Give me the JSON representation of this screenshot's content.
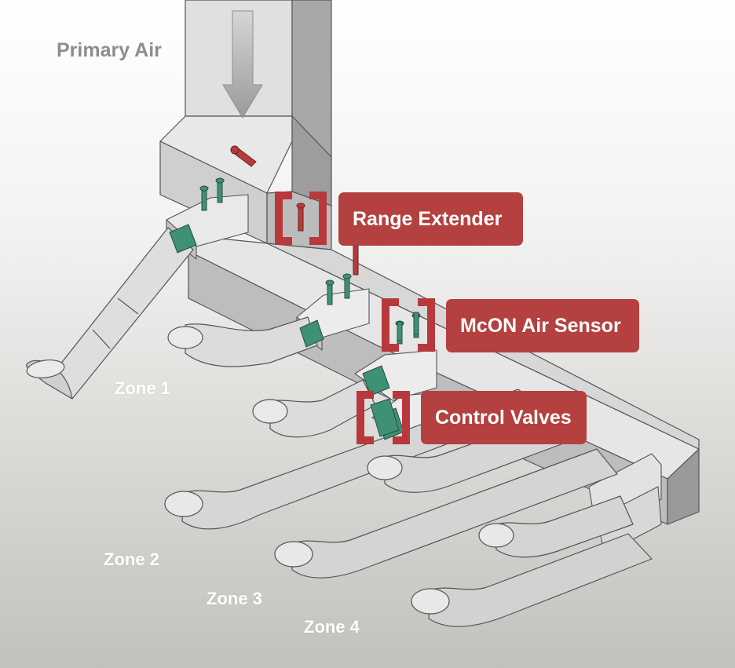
{
  "title": "Primary Air",
  "zones": [
    "Zone 1",
    "Zone 2",
    "Zone 3",
    "Zone 4"
  ],
  "callouts": [
    {
      "label": "Range Extender",
      "icon": "range-extender-icon"
    },
    {
      "label": "McON Air Sensor",
      "icon": "air-sensor-icon"
    },
    {
      "label": "Control Valves",
      "icon": "control-valve-icon"
    }
  ],
  "colors": {
    "background_top": "#ffffff",
    "background_bottom": "#c4c2bd",
    "duct_light": "#e3e3e3",
    "duct_mid": "#cfcfcf",
    "duct_dark": "#9e9e9e",
    "outline": "#4a4a4a",
    "accent": "#b8383b",
    "callout_fill": "#b4403f",
    "sensor": "#3e9077"
  }
}
